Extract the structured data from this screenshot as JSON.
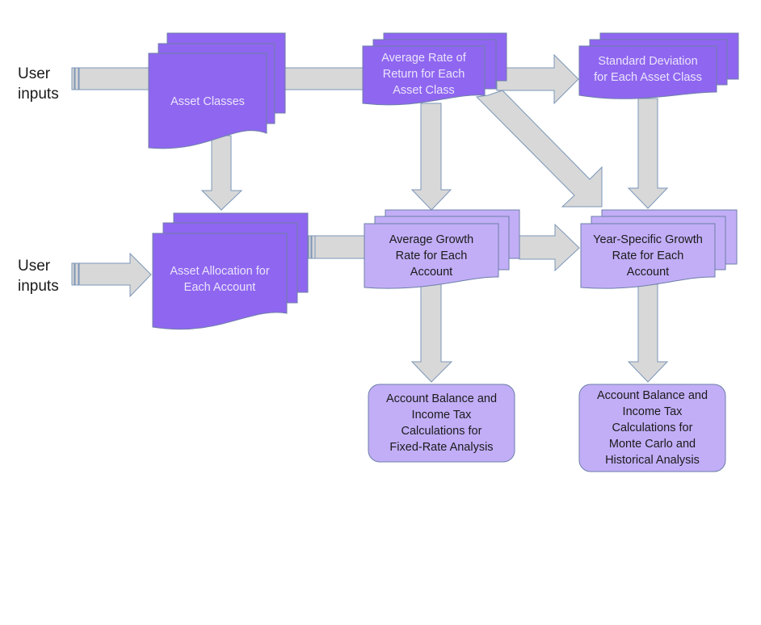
{
  "colors": {
    "dark_node_fill": "#8f66f0",
    "light_node_fill": "#c2aef7",
    "node_stroke": "#6c7fa8",
    "arrow_fill": "#d8d8d8",
    "arrow_stroke": "#7b96b8"
  },
  "labels": {
    "user_inputs_top": "User\ninputs",
    "user_inputs_bottom": "User\ninputs"
  },
  "nodes": {
    "asset_classes": "Asset Classes",
    "avg_rate_of_return": "Average Rate of\nReturn for Each\nAsset Class",
    "std_deviation": "Standard Deviation\nfor Each Asset Class",
    "asset_allocation": "Asset Allocation for\nEach Account",
    "avg_growth_rate": "Average Growth\nRate for Each\nAccount",
    "year_specific_growth": "Year-Specific Growth\nRate for Each\nAccount",
    "fixed_rate_calc": "Account Balance and\nIncome Tax\nCalculations for\nFixed-Rate Analysis",
    "monte_carlo_calc": "Account Balance and\nIncome Tax\nCalculations for\nMonte Carlo and\nHistorical  Analysis"
  },
  "edges": [
    {
      "from": "user_inputs_top",
      "to": "asset_classes"
    },
    {
      "from": "asset_classes",
      "to": "avg_rate_of_return"
    },
    {
      "from": "avg_rate_of_return",
      "to": "std_deviation"
    },
    {
      "from": "asset_classes",
      "to": "asset_allocation"
    },
    {
      "from": "avg_rate_of_return",
      "to": "avg_growth_rate"
    },
    {
      "from": "avg_rate_of_return",
      "to": "year_specific_growth"
    },
    {
      "from": "std_deviation",
      "to": "year_specific_growth"
    },
    {
      "from": "user_inputs_bottom",
      "to": "asset_allocation"
    },
    {
      "from": "asset_allocation",
      "to": "avg_growth_rate"
    },
    {
      "from": "avg_growth_rate",
      "to": "year_specific_growth"
    },
    {
      "from": "avg_growth_rate",
      "to": "fixed_rate_calc"
    },
    {
      "from": "year_specific_growth",
      "to": "monte_carlo_calc"
    }
  ]
}
